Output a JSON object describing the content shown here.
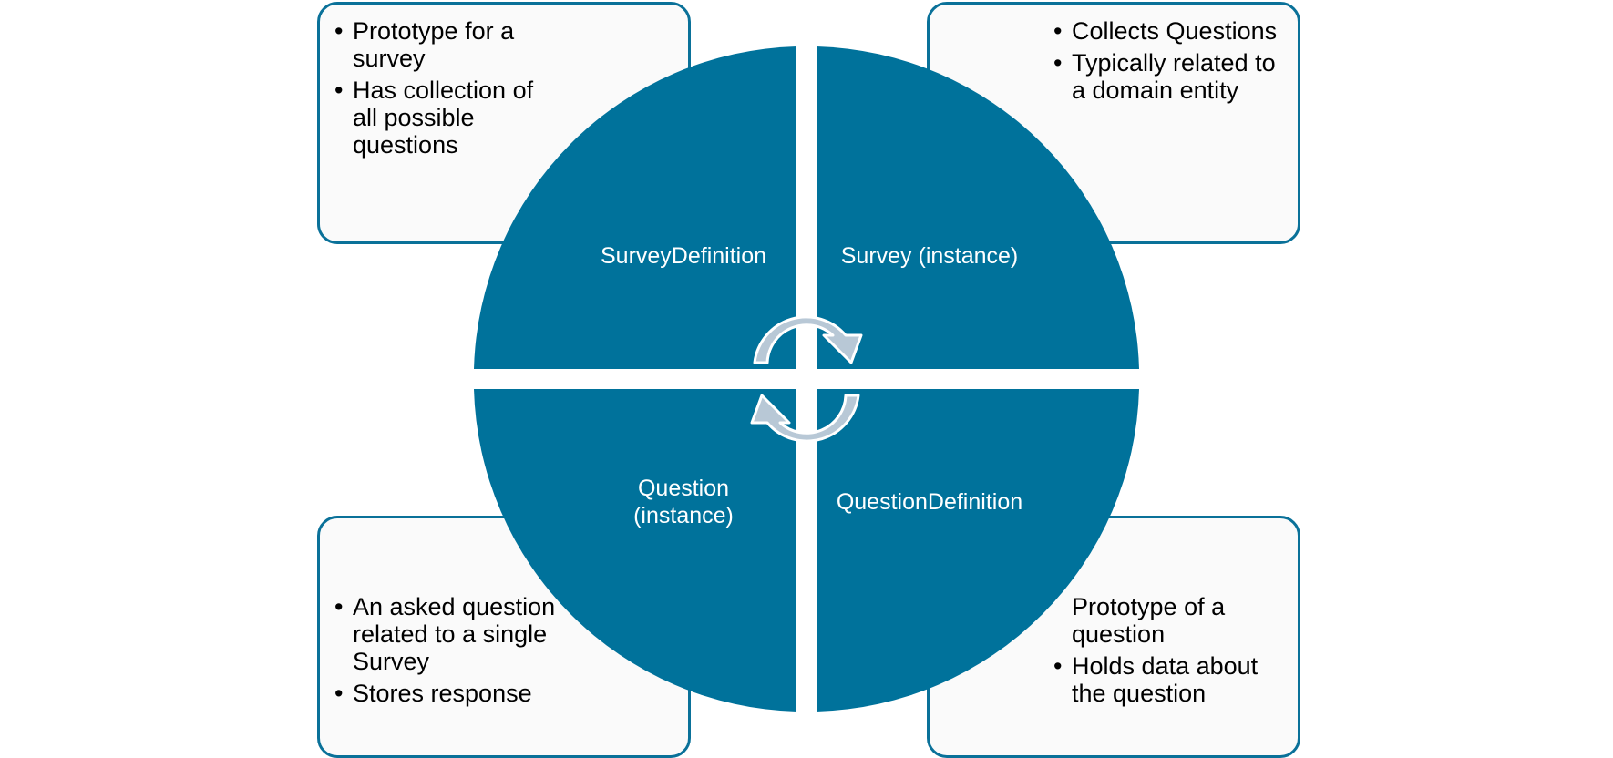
{
  "colors": {
    "quadrant_fill": "#00729B",
    "callout_border": "#0A7199",
    "callout_fill": "#FAFAFA",
    "arrow_fill": "#B8C8D6",
    "arrow_stroke": "#FFFFFF"
  },
  "icons": {
    "top_arrow": "curved-arrow-clockwise-icon",
    "bottom_arrow": "curved-arrow-counterclockwise-icon"
  },
  "quadrants": {
    "top_left": {
      "label": "SurveyDefinition"
    },
    "top_right": {
      "label": "Survey (instance)"
    },
    "bottom_left": {
      "label": "Question\n(instance)"
    },
    "bottom_right": {
      "label": "QuestionDefinition"
    }
  },
  "callouts": {
    "top_left": {
      "items": [
        {
          "text": "Prototype for a survey",
          "bullet": true
        },
        {
          "text": "Has collection of all possible questions",
          "bullet": true
        }
      ]
    },
    "top_right": {
      "items": [
        {
          "text": "Collects Questions",
          "bullet": true
        },
        {
          "text": "Typically related to a domain entity",
          "bullet": true
        }
      ]
    },
    "bottom_left": {
      "items": [
        {
          "text": "An asked question related to a single Survey",
          "bullet": true
        },
        {
          "text": "Stores response",
          "bullet": true
        }
      ]
    },
    "bottom_right": {
      "items": [
        {
          "text": "Prototype of a question",
          "bullet": false
        },
        {
          "text": "Holds data about the question",
          "bullet": true
        }
      ]
    }
  }
}
